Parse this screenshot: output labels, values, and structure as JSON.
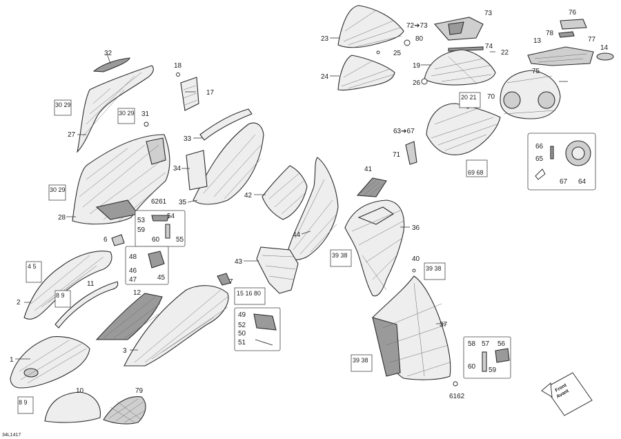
{
  "diagram": {
    "drawing_number": "34L1417",
    "direction_badge": {
      "line1": "Front",
      "line2": "Avant"
    },
    "callouts": {
      "c1": "1",
      "c2": "2",
      "c3": "3",
      "c4": "4",
      "c5": "5",
      "c6": "6",
      "c7": "7",
      "c8": "8",
      "c9": "9",
      "c10": "10",
      "c11": "11",
      "c12": "12",
      "c13": "13",
      "c14": "14",
      "c15": "15",
      "c16": "16",
      "c17": "17",
      "c18": "18",
      "c19": "19",
      "c20": "20",
      "c21": "21",
      "c22": "22",
      "c23": "23",
      "c24": "24",
      "c25": "25",
      "c26": "26",
      "c27": "27",
      "c28": "28",
      "c29": "29",
      "c30": "30",
      "c31": "31",
      "c32": "32",
      "c33": "33",
      "c34": "34",
      "c35": "35",
      "c36": "36",
      "c37": "37",
      "c38": "38",
      "c39": "39",
      "c40": "40",
      "c41": "41",
      "c42": "42",
      "c43": "43",
      "c44": "44",
      "c45": "45",
      "c46": "46",
      "c47": "47",
      "c48": "48",
      "c49": "49",
      "c50": "50",
      "c51": "51",
      "c52": "52",
      "c53": "53",
      "c54": "54",
      "c55": "55",
      "c56": "56",
      "c57": "57",
      "c58": "58",
      "c59": "59",
      "c60": "60",
      "c61": "61",
      "c62": "62",
      "c63": "63",
      "c64": "64",
      "c65": "65",
      "c66": "66",
      "c67": "67",
      "c68": "68",
      "c69": "69",
      "c70": "70",
      "c71": "71",
      "c72": "72",
      "c73": "73",
      "c74": "74",
      "c75": "75",
      "c76": "76",
      "c77": "77",
      "c78": "78",
      "c79": "79",
      "c80": "80"
    },
    "pairs": {
      "p8_9": "8 9",
      "p30_29": "30 29",
      "p39_38": "39 38",
      "p20_21": "20 21",
      "p69_68": "69 68",
      "p4_5": "4 5",
      "p6261": "6261",
      "p6162": "6162",
      "p15_16_80": "15 16 80"
    },
    "arrow_labels": {
      "a63_67": "63➔67",
      "a72_73": "72➔73"
    }
  }
}
